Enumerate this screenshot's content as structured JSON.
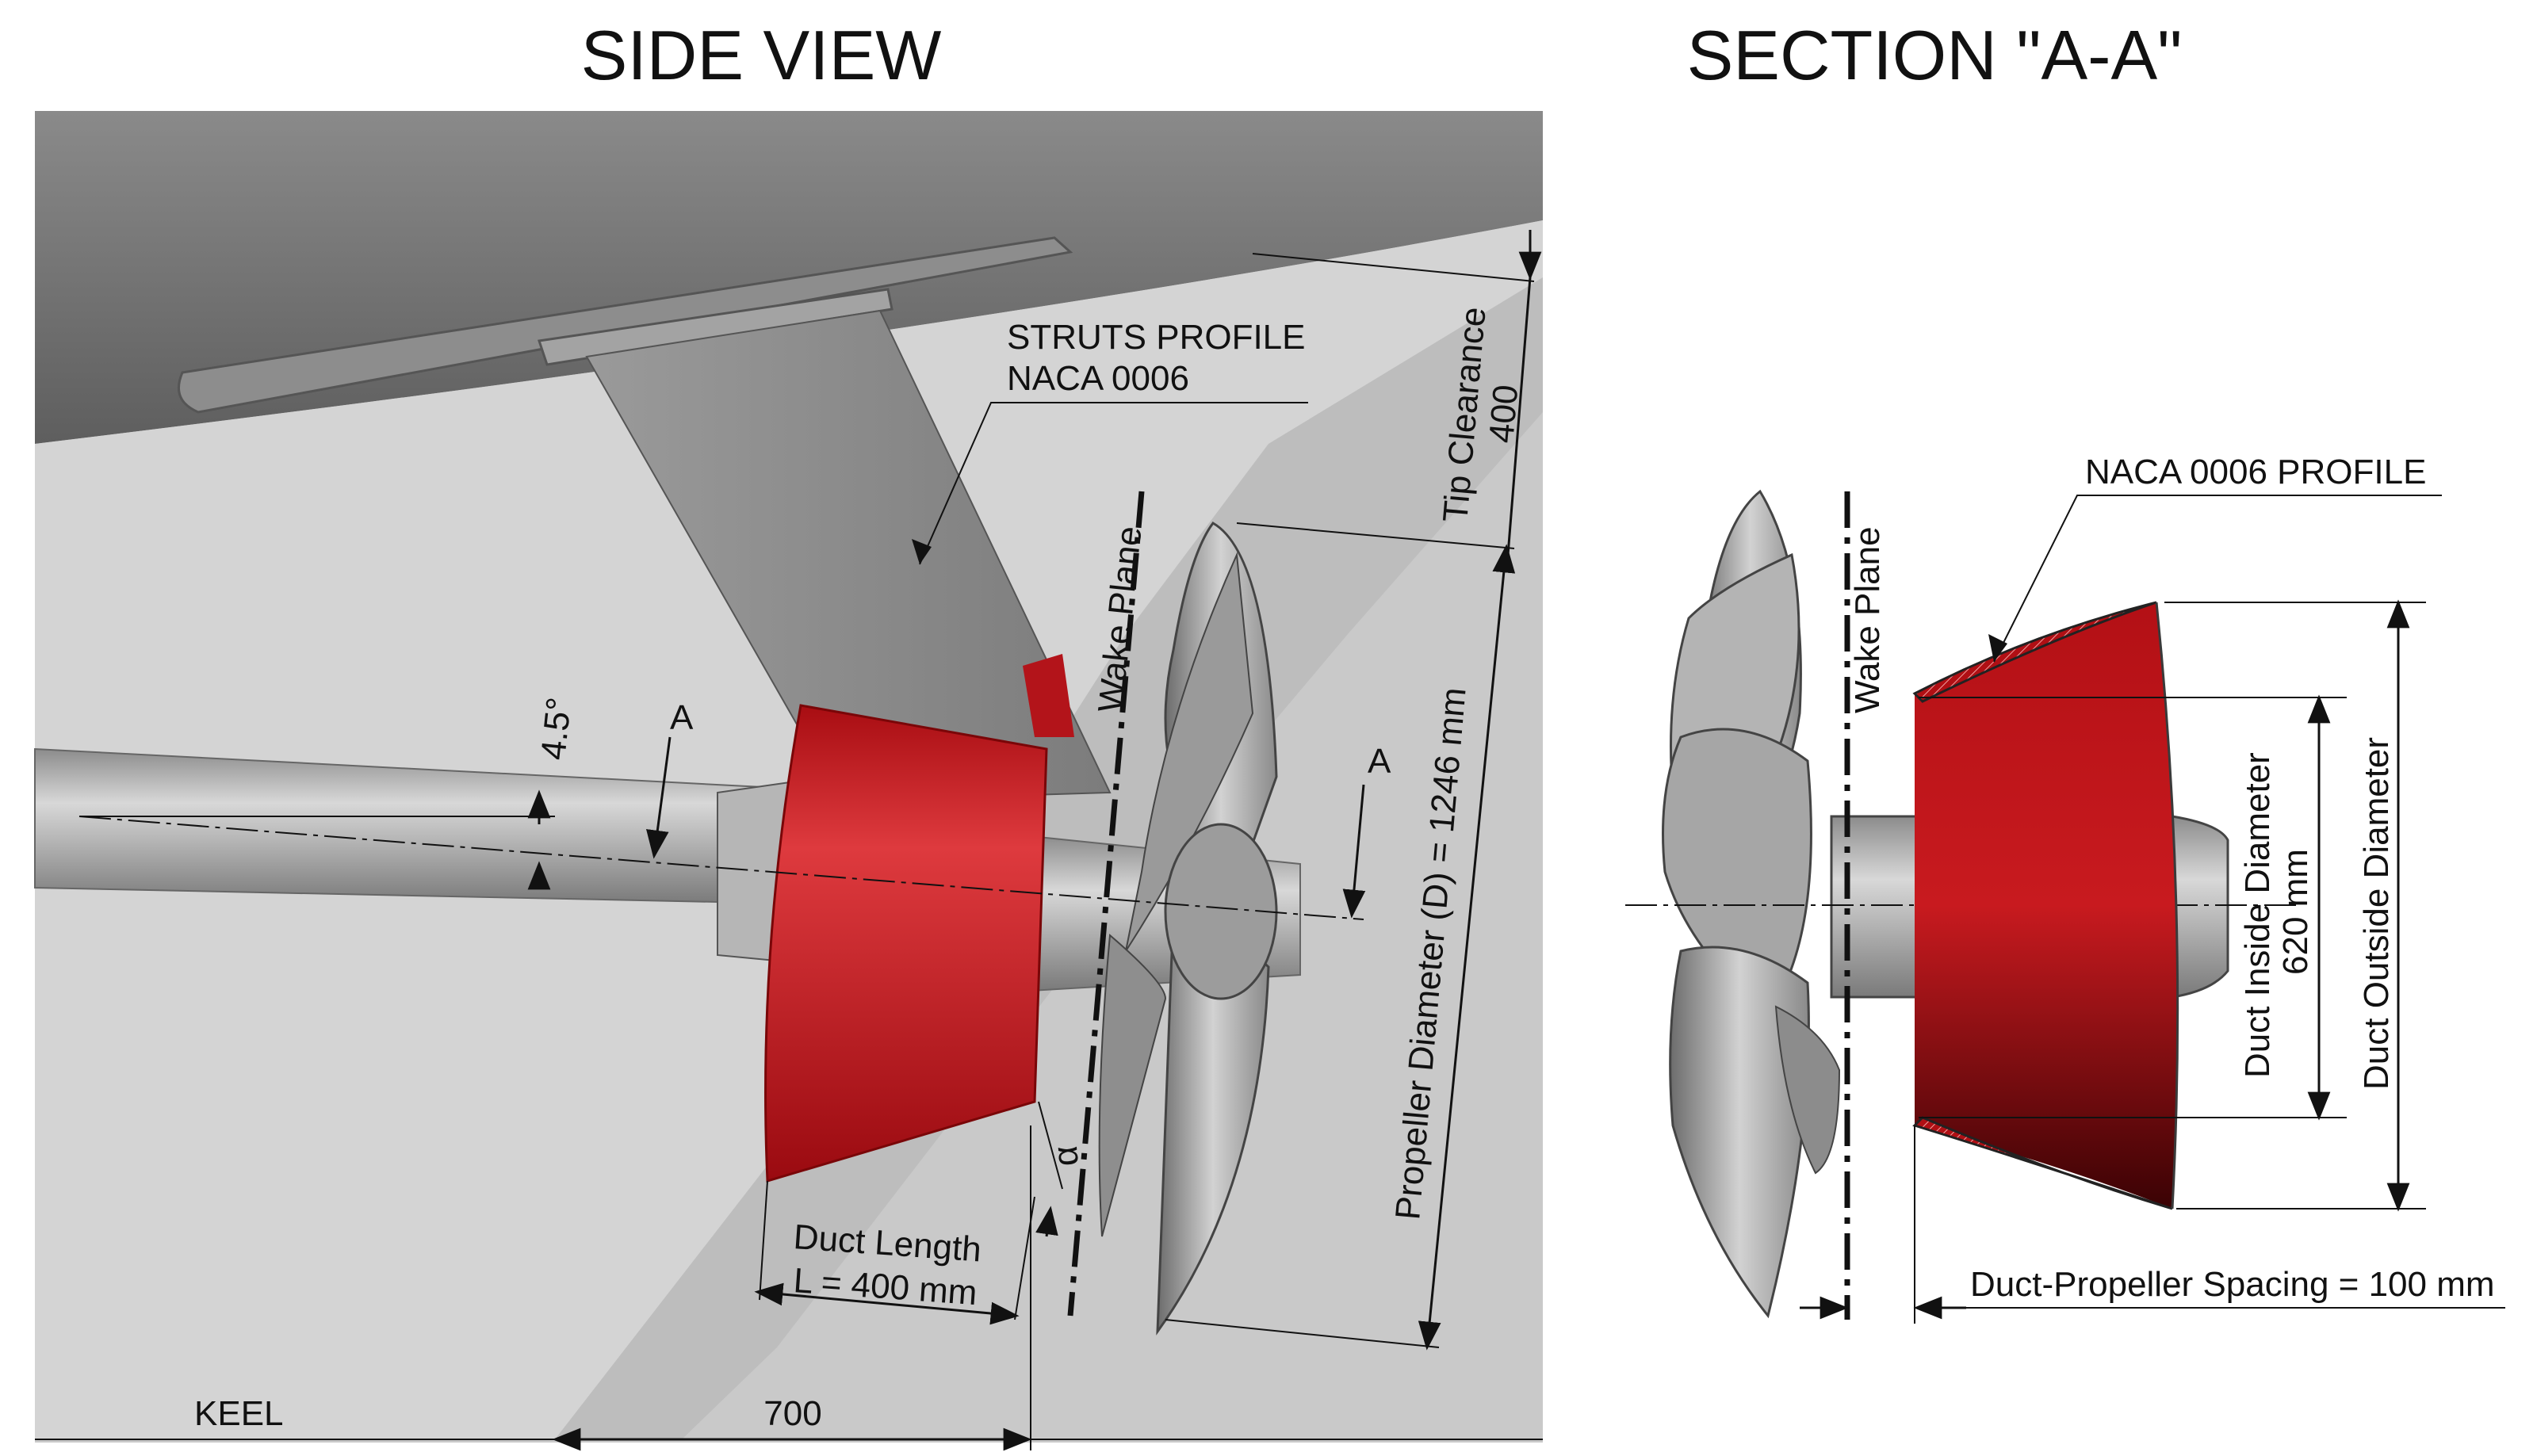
{
  "titles": {
    "side_view": "SIDE VIEW",
    "section": "SECTION \"A-A\""
  },
  "side_view": {
    "struts_profile_line1": "STRUTS PROFILE",
    "struts_profile_line2": "NACA 0006",
    "tip_clearance_label": "Tip Clearance",
    "tip_clearance_value": "400",
    "wake_plane": "Wake Plane",
    "propeller_diameter": "Propeller Diameter (D) = 1246 mm",
    "shaft_angle": "4.5°",
    "section_mark_left": "A",
    "section_mark_right": "A",
    "duct_angle_symbol": "α",
    "duct_length_line1": "Duct Length",
    "duct_length_line2": "L = 400 mm",
    "keel": "KEEL",
    "keel_offset": "700"
  },
  "section_view": {
    "naca_profile": "NACA 0006 PROFILE",
    "wake_plane": "Wake Plane",
    "duct_inside_label": "Duct Inside Diameter",
    "duct_inside_value": "620 mm",
    "duct_outside_label": "Duct Outside Diameter",
    "spacing": "Duct-Propeller Spacing = 100 mm"
  },
  "colors": {
    "hull_dark": "#6e6e6e",
    "hull_light": "#c8c8c8",
    "duct_red": "#c8141a",
    "metal": "#a8a8a8"
  }
}
